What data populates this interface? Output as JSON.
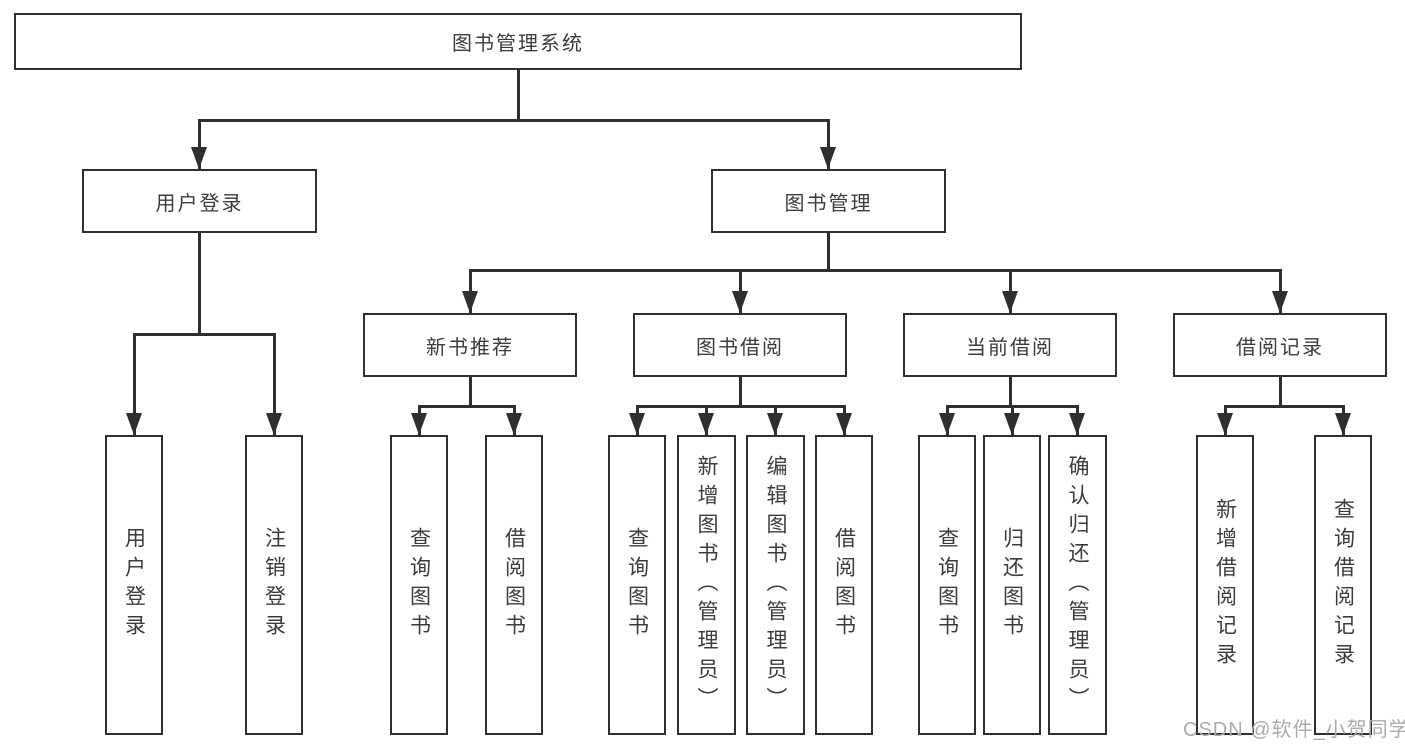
{
  "tree": {
    "label": "图书管理系统",
    "children": [
      {
        "label": "用户登录",
        "children": [
          {
            "label": "用户登录"
          },
          {
            "label": "注销登录"
          }
        ]
      },
      {
        "label": "图书管理",
        "children": [
          {
            "label": "新书推荐",
            "children": [
              {
                "label": "查询图书"
              },
              {
                "label": "借阅图书"
              }
            ]
          },
          {
            "label": "图书借阅",
            "children": [
              {
                "label": "查询图书"
              },
              {
                "label": "新增图书（管理员）"
              },
              {
                "label": "编辑图书（管理员）"
              },
              {
                "label": "借阅图书"
              }
            ]
          },
          {
            "label": "当前借阅",
            "children": [
              {
                "label": "查询图书"
              },
              {
                "label": "归还图书"
              },
              {
                "label": "确认归还（管理员）"
              }
            ]
          },
          {
            "label": "借阅记录",
            "children": [
              {
                "label": "新增借阅记录"
              },
              {
                "label": "查询借阅记录"
              }
            ]
          }
        ]
      }
    ]
  },
  "watermark": "CSDN @软件_小贺同学",
  "colors": {
    "line": "#2f2f2f",
    "text": "#3c3c3c",
    "watermark": "#ababab",
    "background": "#ffffff"
  }
}
